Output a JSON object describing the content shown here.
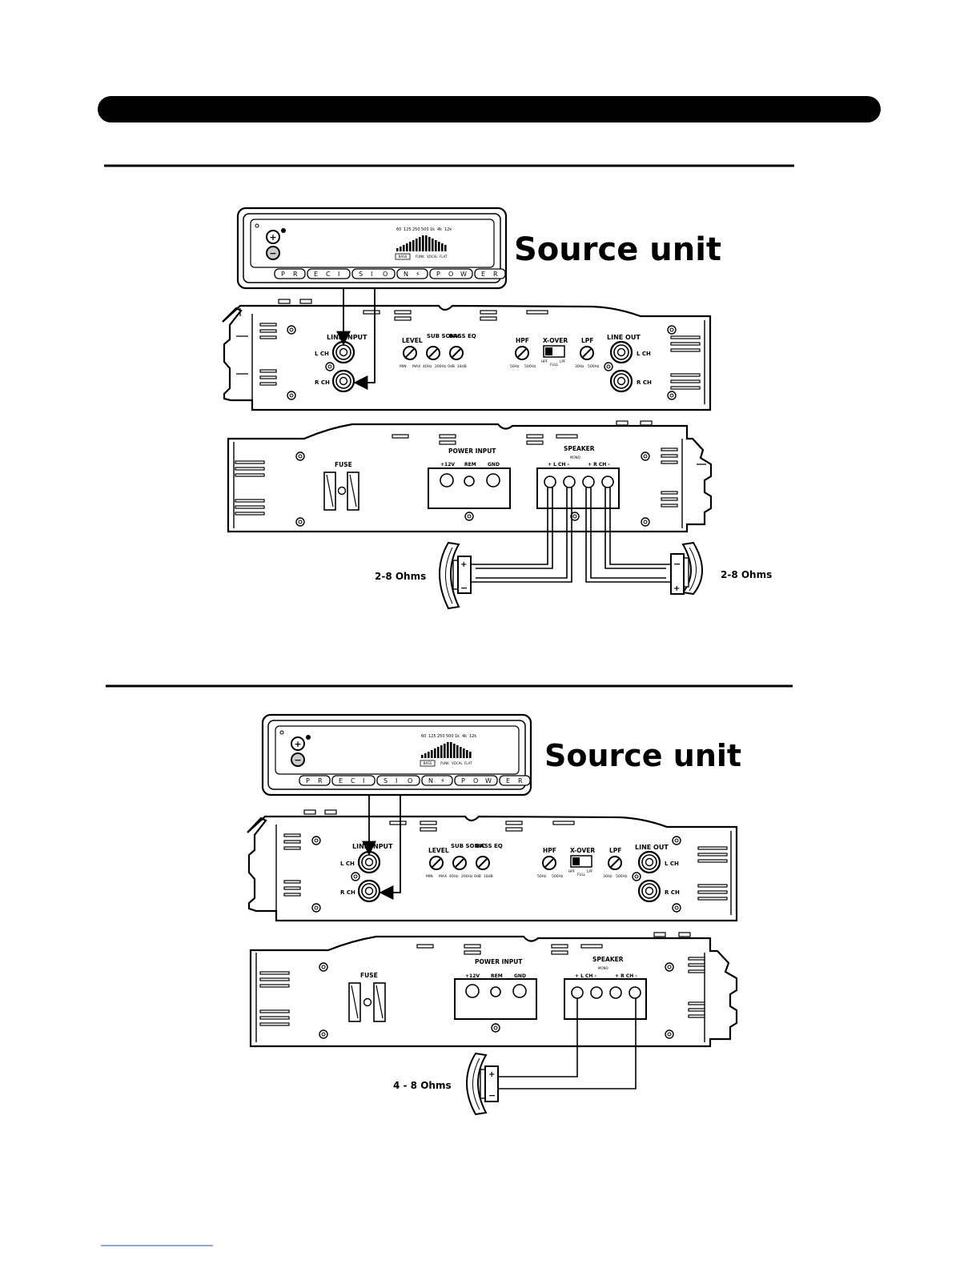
{
  "diagram1": {
    "source_unit_label": "Source unit",
    "brand_segments": [
      "P",
      "R",
      "E",
      "C",
      "I",
      "S",
      "I",
      "O",
      "N",
      "⚡",
      "P",
      "O",
      "W",
      "E",
      "R"
    ],
    "eq_freqs": [
      "60",
      "125",
      "250",
      "500",
      "1k",
      "4k",
      "12k"
    ],
    "eq_modes": [
      "BASS",
      "FUNK",
      "VOCAL",
      "FLAT"
    ],
    "upper_amp": {
      "line_input": "LINE INPUT",
      "line_out": "LINE OUT",
      "lch": "L CH",
      "rch": "R CH",
      "level": "LEVEL",
      "level_range": [
        "MIN",
        "MAX"
      ],
      "subsonic": "SUB SONIC",
      "subsonic_range": [
        "40Hz",
        "200Hz"
      ],
      "bass_eq": "BASS EQ",
      "bass_eq_range": [
        "0dB",
        "18dB"
      ],
      "hpf": "HPF",
      "hpf_range": [
        "50Hz",
        "500Hz"
      ],
      "xover": "X-OVER",
      "xover_modes": [
        "HPF",
        "FULL",
        "LPF"
      ],
      "lpf": "LPF",
      "lpf_range": [
        "30Hz",
        "500Hz"
      ]
    },
    "lower_amp": {
      "fuse": "FUSE",
      "power_input": "POWER INPUT",
      "plus12v": "+12V",
      "rem": "REM",
      "gnd": "GND",
      "speaker": "SPEAKER",
      "mono": "MONO",
      "lch": "+ L CH -",
      "rch": "+ R CH -"
    },
    "speaker_left_ohms": "2-8 Ohms",
    "speaker_right_ohms": "2-8 Ohms"
  },
  "diagram2": {
    "source_unit_label": "Source unit",
    "speaker_ohms": "4 - 8 Ohms"
  }
}
